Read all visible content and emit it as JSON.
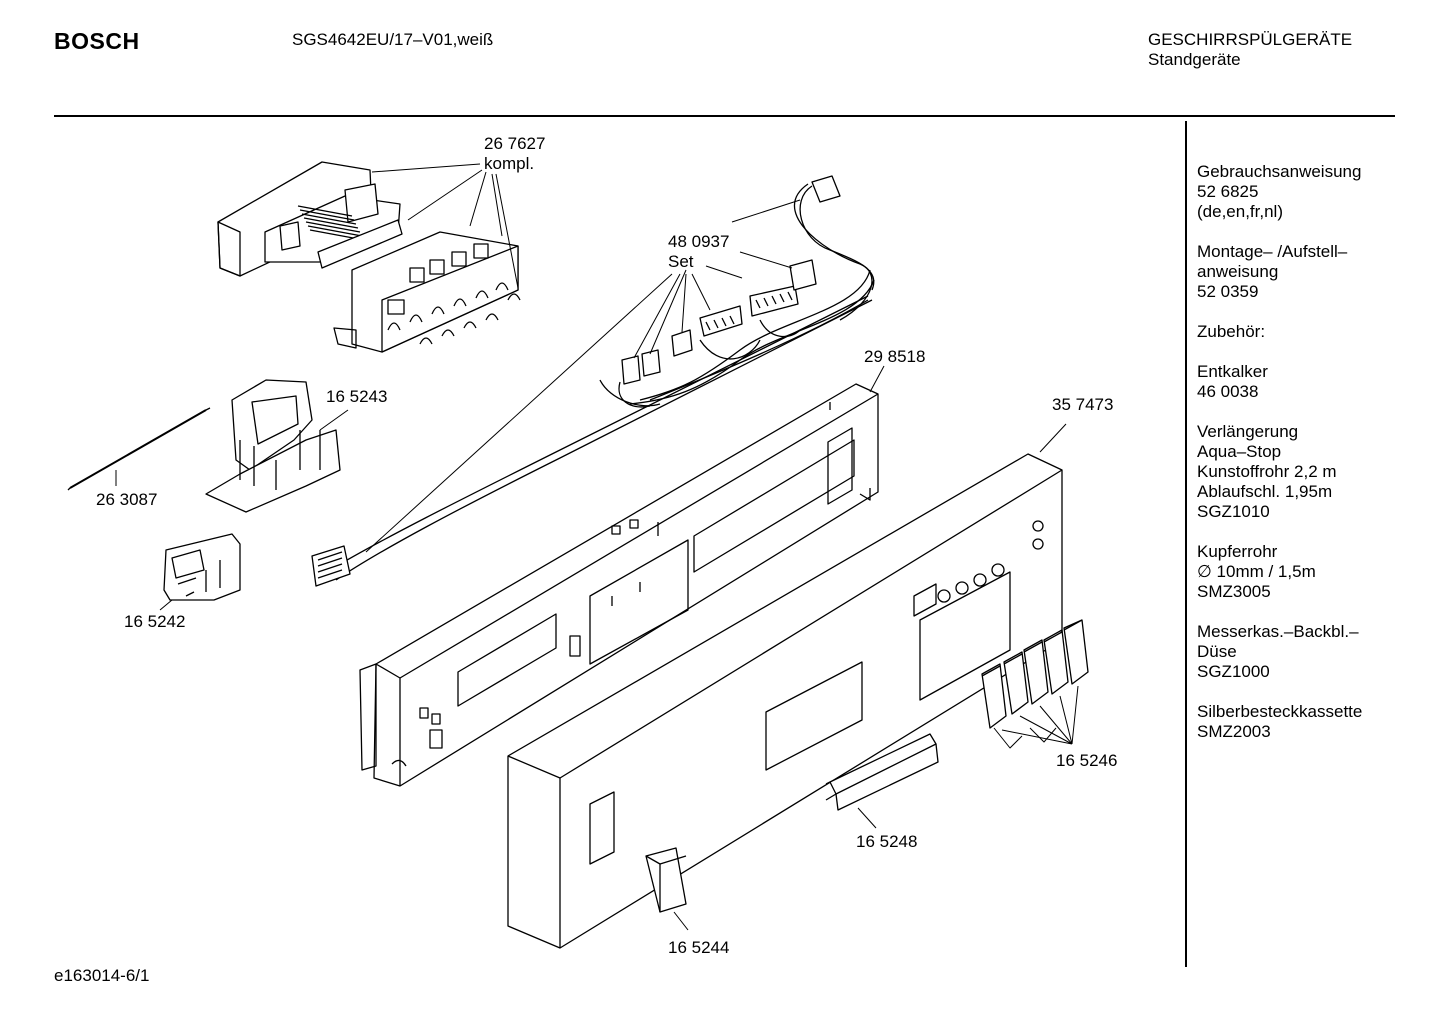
{
  "header": {
    "brand": "BOSCH",
    "model": "SGS4642EU/17–V01,weiß",
    "category_line1": "GESCHIRRSPÜLGERÄTE",
    "category_line2": "Standgeräte"
  },
  "sidebar": {
    "groups": [
      {
        "lines": [
          "Gebrauchsanweisung",
          "52 6825",
          "(de,en,fr,nl)"
        ]
      },
      {
        "lines": [
          "Montage– /Aufstell–",
          "anweisung",
          "52 0359"
        ]
      },
      {
        "lines": [
          "Zubehör:"
        ]
      },
      {
        "lines": [
          "Entkalker",
          "46 0038"
        ]
      },
      {
        "lines": [
          "Verlängerung",
          "Aqua–Stop",
          "Kunstoffrohr 2,2 m",
          "Ablaufschl. 1,95m",
          "SGZ1010"
        ]
      },
      {
        "lines": [
          "Kupferrohr",
          "∅ 10mm / 1,5m",
          "SMZ3005"
        ]
      },
      {
        "lines": [
          "Messerkas.–Backbl.–",
          "Düse",
          "SGZ1000"
        ]
      },
      {
        "lines": [
          "Silberbesteckkassette",
          "SMZ2003"
        ]
      }
    ]
  },
  "parts": {
    "p267627": {
      "number": "26 7627",
      "note": "kompl."
    },
    "p480937": {
      "number": "48 0937",
      "note": "Set"
    },
    "p298518": {
      "number": "29 8518"
    },
    "p165243": {
      "number": "16 5243"
    },
    "p263087": {
      "number": "26 3087"
    },
    "p165242": {
      "number": "16 5242"
    },
    "p357473": {
      "number": "35 7473"
    },
    "p165246": {
      "number": "16 5246"
    },
    "p165248": {
      "number": "16 5248"
    },
    "p165244": {
      "number": "16 5244"
    }
  },
  "footer": {
    "code": "e163014-6/1"
  }
}
